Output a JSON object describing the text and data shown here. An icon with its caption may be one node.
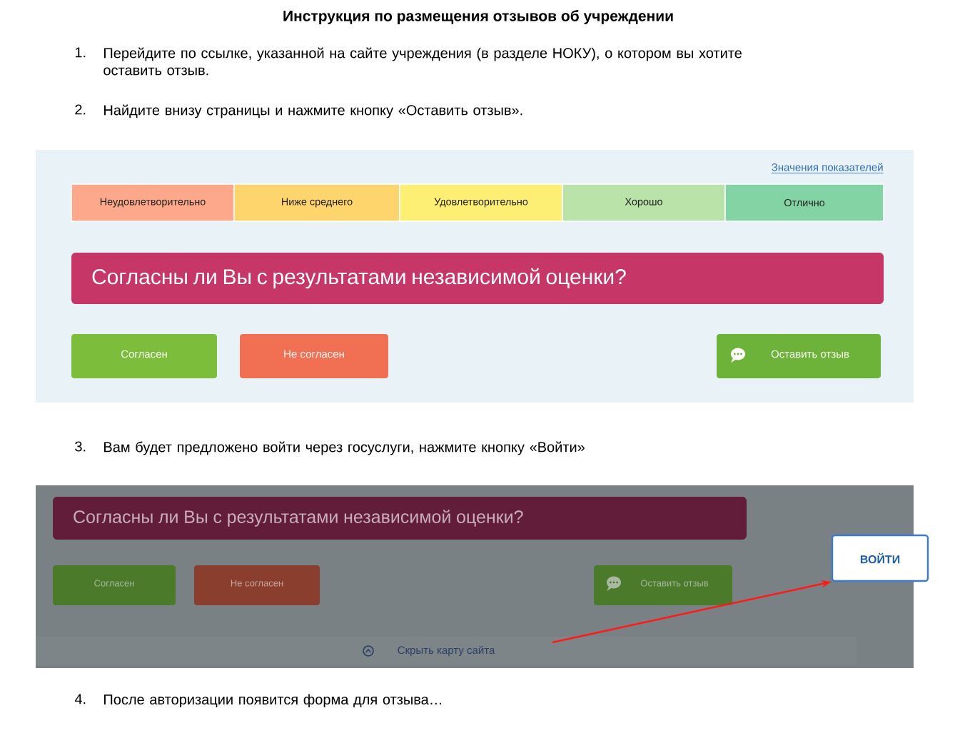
{
  "diagram": {
    "title": "Инструкция по размещения отзывов об учреждении",
    "nodes": [
      {
        "text": [],
        "shape": "box"
      },
      {
        "text": [
          "Неудовлетворительно"
        ],
        "in": 0
      },
      {
        "text": [
          "Ниже среднего"
        ],
        "in": 0
      },
      {
        "text": [
          "Удовлетворительно"
        ],
        "in": 0
      },
      {
        "text": [
          "Хорошо"
        ],
        "in": 0
      },
      {
        "text": [
          "Отлично"
        ],
        "in": 0
      },
      {
        "text": [
          "Согласны ли Вы с результатами независимой оценки?"
        ],
        "in": 0
      },
      {
        "text": [
          "Согласен"
        ],
        "in": 0
      },
      {
        "text": [
          "Не согласен"
        ],
        "in": 0
      },
      {
        "text": [
          "Оставить отзыв"
        ],
        "in": 0
      },
      {
        "text": [],
        "shape": "box"
      },
      {
        "text": [
          "Согласны ли Вы с результатами независимой оценки?"
        ],
        "in": 10
      },
      {
        "text": [
          "Согласен"
        ],
        "in": 10
      },
      {
        "text": [
          "Не согласен"
        ],
        "in": 10
      },
      {
        "text": [
          "Оставить отзыв"
        ],
        "in": 10
      },
      {
        "text": [
          "ВОЙТИ"
        ]
      },
      {
        "text": [
          "Скрыть карту сайта"
        ],
        "in": 10
      }
    ],
    "edges": [
      {
        "from": null,
        "to": 15,
        "arrow": "to",
        "color": "#ff1a1a"
      }
    ],
    "labels": [
      "1.",
      "Перейдите по ссылке, указанной на сайте учреждения (в разделе НОКУ), о котором вы хотите оставить отзыв.",
      "2.",
      "Найдите внизу страницы и нажмите кнопку «Оставить отзыв».",
      "Значения показателей",
      "3.",
      "Вам будет предложено войти через госуслуги, нажмите кнопку «Войти»",
      "4.",
      "После авторизации появится форма для отзыва…"
    ]
  }
}
